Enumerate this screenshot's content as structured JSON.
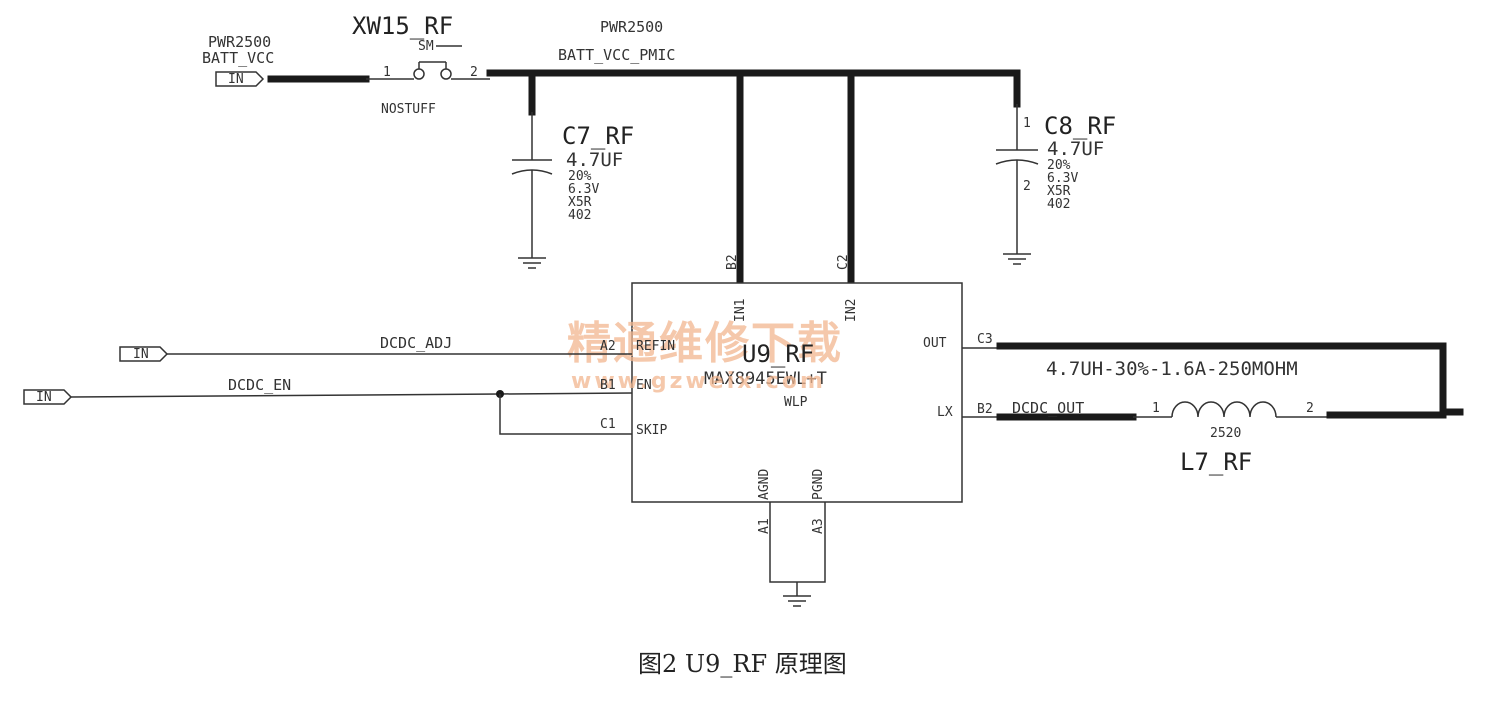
{
  "caption": "图2 U9_RF 原理图",
  "watermark": {
    "line1": "精通维修下载",
    "line2": "www.gzweix.com"
  },
  "nets": {
    "batt_vcc": "BATT_VCC",
    "batt_vcc_pwr": "PWR2500",
    "batt_vcc_pmic": "BATT_VCC_PMIC",
    "batt_vcc_pmic_pwr": "PWR2500",
    "dcdc_adj": "DCDC_ADJ",
    "dcdc_en": "DCDC_EN",
    "dcdc_out": "DCDC_OUT"
  },
  "ports": {
    "in_label": "IN"
  },
  "xw15": {
    "ref": "XW15_RF",
    "value": "SM",
    "note": "NOSTUFF",
    "pin1": "1",
    "pin2": "2"
  },
  "c7": {
    "ref": "C7_RF",
    "value": "4.7UF",
    "tol": "20%",
    "volt": "6.3V",
    "dielectric": "X5R",
    "size": "402"
  },
  "c8": {
    "ref": "C8_RF",
    "value": "4.7UF",
    "tol": "20%",
    "volt": "6.3V",
    "dielectric": "X5R",
    "size": "402",
    "pin1": "1",
    "pin2": "2"
  },
  "u9": {
    "ref": "U9_RF",
    "part": "MAX8945EWL+T",
    "package": "WLP",
    "pins": {
      "b2_top": "B2",
      "c2_top": "C2",
      "in1": "IN1",
      "in2": "IN2",
      "a2": "A2",
      "refin": "REFIN",
      "b1": "B1",
      "en": "EN",
      "c1": "C1",
      "skip": "SKIP",
      "out": "OUT",
      "c3": "C3",
      "lx": "LX",
      "b2_right": "B2",
      "agnd": "AGND",
      "pgnd": "PGND",
      "a1": "A1",
      "a3": "A3"
    }
  },
  "l7": {
    "ref": "L7_RF",
    "value": "4.7UH-30%-1.6A-250MOHM",
    "size": "2520",
    "pin1": "1",
    "pin2": "2"
  }
}
